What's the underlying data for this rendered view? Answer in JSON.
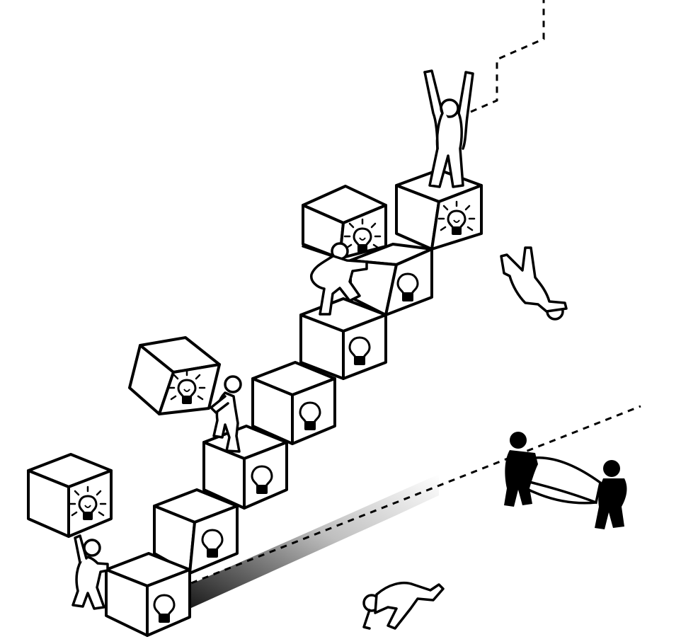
{
  "scene": {
    "background": "#ffffff",
    "ink": "#000000",
    "blocks": [
      {
        "name": "stair-block-1",
        "icon": "lightbulb-icon",
        "lit": false
      },
      {
        "name": "stair-block-2",
        "icon": "lightbulb-icon",
        "lit": false
      },
      {
        "name": "stair-block-3",
        "icon": "lightbulb-icon",
        "lit": false
      },
      {
        "name": "stair-block-4",
        "icon": "lightbulb-icon",
        "lit": false
      },
      {
        "name": "stair-block-5",
        "icon": "lightbulb-icon",
        "lit": false
      },
      {
        "name": "stair-block-6",
        "icon": "lightbulb-icon",
        "lit": false
      },
      {
        "name": "stair-block-top",
        "icon": "lightbulb-icon",
        "lit": true
      }
    ],
    "carried_blocks": [
      {
        "name": "carried-block-bottom",
        "icon": "lightbulb-icon",
        "lit": true
      },
      {
        "name": "carried-block-middle",
        "icon": "lightbulb-icon",
        "lit": true
      },
      {
        "name": "carried-block-upper",
        "icon": "lightbulb-icon",
        "lit": true
      }
    ],
    "figures": [
      {
        "name": "figure-lifting-block",
        "style": "outline"
      },
      {
        "name": "figure-climbing-with-block",
        "style": "outline"
      },
      {
        "name": "figure-carrying-block-on-back",
        "style": "outline"
      },
      {
        "name": "figure-celebrating-on-top",
        "style": "outline"
      },
      {
        "name": "figure-falling",
        "style": "outline"
      },
      {
        "name": "figure-crawling",
        "style": "outline"
      },
      {
        "name": "figure-holding-net-left",
        "style": "solid"
      },
      {
        "name": "figure-holding-net-right",
        "style": "solid"
      }
    ],
    "guides": [
      "dashed-ground-line",
      "dashed-future-steps",
      "stair-shadow"
    ]
  }
}
